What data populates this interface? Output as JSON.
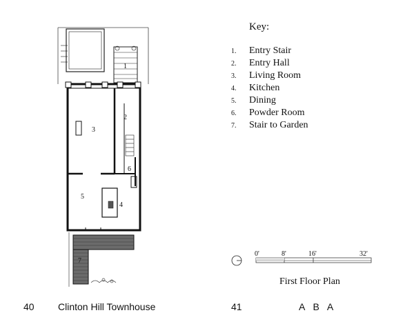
{
  "key": {
    "title": "Key:",
    "items": [
      {
        "num": "1.",
        "label": "Entry Stair"
      },
      {
        "num": "2.",
        "label": "Entry Hall"
      },
      {
        "num": "3.",
        "label": "Living Room"
      },
      {
        "num": "4.",
        "label": "Kitchen"
      },
      {
        "num": "5.",
        "label": "Dining"
      },
      {
        "num": "6.",
        "label": "Powder Room"
      },
      {
        "num": "7.",
        "label": "Stair to Garden"
      }
    ]
  },
  "plan_title": "First Floor Plan",
  "scale_bar": {
    "marks": [
      "0'",
      "8'",
      "16'",
      "32'"
    ]
  },
  "room_numbers": [
    "1",
    "2",
    "3",
    "4",
    "5",
    "6",
    "7"
  ],
  "footer": {
    "left_page_number": "40",
    "left_title": "Clinton Hill Townhouse",
    "right_page_number": "41",
    "right_brand": "A B A"
  }
}
